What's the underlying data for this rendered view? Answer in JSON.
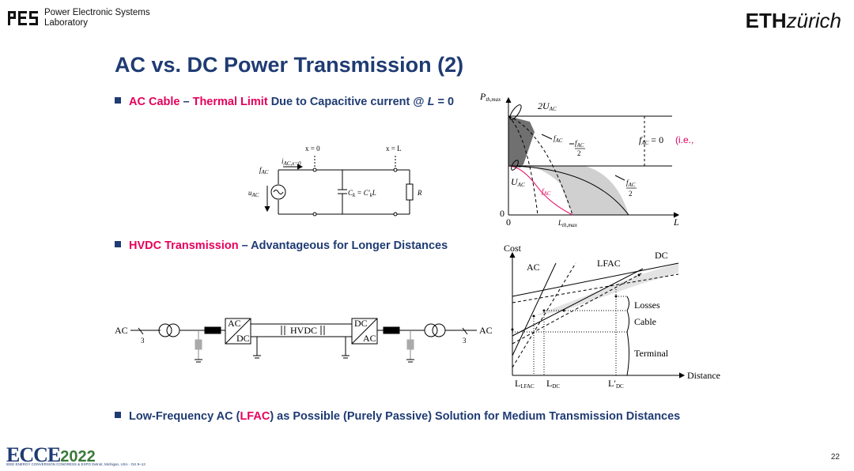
{
  "header": {
    "lab_line1": "Power Electronic Systems",
    "lab_line2": "Laboratory",
    "eth_bold": "ETH",
    "eth_italic": "zürich"
  },
  "title": "AC vs. DC Power Transmission (2)",
  "bullets": {
    "b1": {
      "p1": "AC Cable",
      "p2": " – ",
      "p3": "Thermal Limit",
      "p4": " Due to Capacitive current @ ",
      "p5": "L",
      "p6": " = 0"
    },
    "b2": {
      "p1": "HVDC Transmission",
      "p2": " – Advantageous for Longer Distances"
    },
    "b3": {
      "p1": "Low-Frequency AC (",
      "p2": "LFAC",
      "p3": ") as Possible (Purely Passive) Solution for Medium Transmission Distances"
    }
  },
  "circuit": {
    "x0": "x = 0",
    "xL": "x = L",
    "fac": "f",
    "fac_sub": "AC",
    "iac": "i",
    "iac_sub": "AC,x=0",
    "uac": "u",
    "uac_sub": "AC",
    "ck": "C",
    "ck_sub": "k",
    "ck_eq": " = C′",
    "ck_eq_sub": "k",
    "ck_L": "L",
    "r": "R"
  },
  "thermal_chart": {
    "ylabel": "P",
    "ylabel_sub": "th,max",
    "xlabel": "L",
    "origin_x": "0",
    "origin_y": "0",
    "l_th": "L",
    "l_th_sub": "th,max",
    "two_uac": "2U",
    "two_uac_sub": "AC",
    "uac": "U",
    "uac_sub": "AC",
    "fac_label": "f",
    "fac_sub": "AC",
    "fac2_num": "f",
    "fac2_den": "2",
    "fac_zero": "f",
    "fac_zero_tail": " = 0",
    "ie_dc": "(i.e., DC)"
  },
  "hvdc_circuit": {
    "ac_left": "AC",
    "ac_right": "AC",
    "three_left": "3",
    "three_right": "3",
    "conv1_top": "AC",
    "conv1_bot": "DC",
    "conv2_top": "DC",
    "conv2_bot": "AC",
    "hvdc": "HVDC"
  },
  "cost_chart": {
    "ylabel": "Cost",
    "xlabel": "Distance",
    "ac": "AC",
    "lfac": "LFAC",
    "dc": "DC",
    "losses": "Losses",
    "cable": "Cable",
    "terminal": "Terminal",
    "l_lfac": "L",
    "l_lfac_sub": "LFAC",
    "l_dc": "L",
    "l_dc_sub": "DC",
    "l_dc2": "L′",
    "l_dc2_sub": "DC"
  },
  "footer": {
    "page": "22",
    "ecce": "ECCE",
    "ecce_year": "2022",
    "ecce_sub": "IEEE ENERGY CONVERSION CONGRESS & EXPO  Detroit, Michigan, USA · Oct 9–13"
  },
  "colors": {
    "navy": "#1f3b73",
    "pink": "#e6005c",
    "dark_gray": "#707070",
    "light_gray": "#d0d0d0"
  }
}
